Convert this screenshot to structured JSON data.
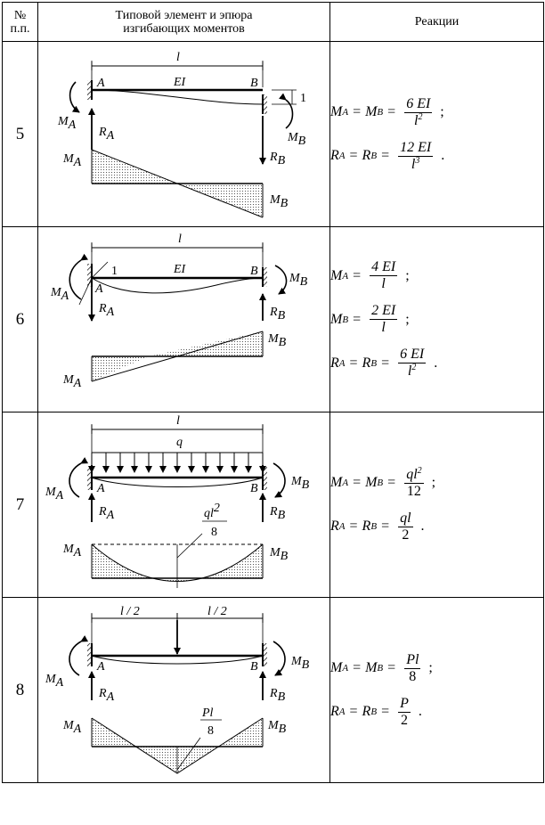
{
  "header": {
    "num_line1": "№",
    "num_line2": "п.п.",
    "element_line1": "Типовой элемент и эпюра",
    "element_line2": "изгибающих моментов",
    "reactions": "Реакции"
  },
  "rows": [
    {
      "num": "5",
      "fig": {
        "span": "l",
        "stiff": "EI",
        "A": "A",
        "B": "B",
        "disp": "1",
        "MA": "M",
        "RA": "R",
        "MB": "M",
        "RB": "R",
        "subA": "A",
        "subB": "B"
      },
      "eq1": {
        "lhs1": "M",
        "s1": "A",
        "lhs2": "M",
        "s2": "B",
        "num": "6 EI",
        "den": "l",
        "denexp": "2",
        "punct": ";"
      },
      "eq2": {
        "lhs1": "R",
        "s1": "A",
        "lhs2": "R",
        "s2": "B",
        "num": "12 EI",
        "den": "l",
        "denexp": "3",
        "punct": "."
      }
    },
    {
      "num": "6",
      "fig": {
        "span": "l",
        "stiff": "EI",
        "A": "A",
        "B": "B",
        "rot": "1",
        "MA": "M",
        "RA": "R",
        "MB": "M",
        "RB": "R",
        "subA": "A",
        "subB": "B"
      },
      "eq1": {
        "lhs1": "M",
        "s1": "A",
        "num": "4 EI",
        "den": "l",
        "punct": ";"
      },
      "eq2": {
        "lhs1": "M",
        "s1": "B",
        "num": "2 EI",
        "den": "l",
        "punct": ";"
      },
      "eq3": {
        "lhs1": "R",
        "s1": "A",
        "lhs2": "R",
        "s2": "B",
        "num": "6 EI",
        "den": "l",
        "denexp": "2",
        "punct": "."
      }
    },
    {
      "num": "7",
      "fig": {
        "span": "l",
        "load": "q",
        "A": "A",
        "B": "B",
        "MA": "M",
        "RA": "R",
        "MB": "M",
        "RB": "R",
        "subA": "A",
        "subB": "B",
        "peak_num": "ql",
        "peak_exp": "2",
        "peak_den": "8"
      },
      "eq1": {
        "lhs1": "M",
        "s1": "A",
        "lhs2": "M",
        "s2": "B",
        "num": "ql",
        "numexp": "2",
        "den": "12",
        "punct": ";"
      },
      "eq2": {
        "lhs1": "R",
        "s1": "A",
        "lhs2": "R",
        "s2": "B",
        "num": "ql",
        "den": "2",
        "punct": "."
      }
    },
    {
      "num": "8",
      "fig": {
        "half1": "l / 2",
        "half2": "l / 2",
        "A": "A",
        "B": "B",
        "MA": "M",
        "RA": "R",
        "MB": "M",
        "RB": "R",
        "subA": "A",
        "subB": "B",
        "peak_num": "Pl",
        "peak_den": "8"
      },
      "eq1": {
        "lhs1": "M",
        "s1": "A",
        "lhs2": "M",
        "s2": "B",
        "num": "Pl",
        "den": "8",
        "punct": ";"
      },
      "eq2": {
        "lhs1": "R",
        "s1": "A",
        "lhs2": "R",
        "s2": "B",
        "num": "P",
        "den": "2",
        "punct": "."
      }
    }
  ]
}
